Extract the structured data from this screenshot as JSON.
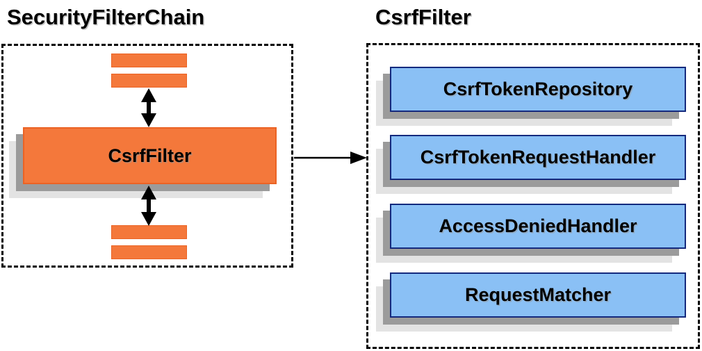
{
  "left_panel": {
    "title": "SecurityFilterChain",
    "filter_label": "CsrfFilter"
  },
  "right_panel": {
    "title": "CsrfFilter",
    "components": [
      {
        "label": "CsrfTokenRepository"
      },
      {
        "label": "CsrfTokenRequestHandler"
      },
      {
        "label": "AccessDeniedHandler"
      },
      {
        "label": "RequestMatcher"
      }
    ]
  },
  "colors": {
    "orange_fill": "#F4783B",
    "orange_border": "#EB6324",
    "blue_fill": "#8AC0F5",
    "blue_border": "#14297D",
    "shadow_dark": "#9B9B9B",
    "shadow_light": "#E3E3E3",
    "arrow": "#000000",
    "dashed_border": "#000000"
  }
}
